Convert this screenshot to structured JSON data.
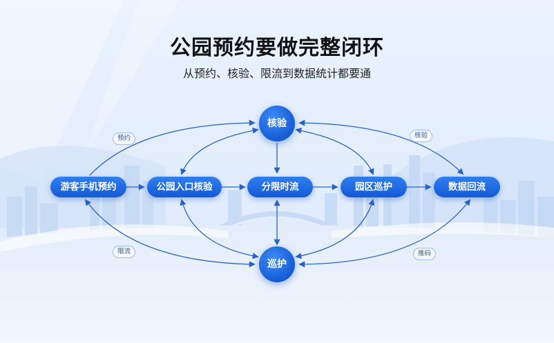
{
  "title": "公园预约要做完整闭环",
  "subtitle": "从预约、核验、限流到数据统计都要通",
  "colors": {
    "node": "#1a62dc",
    "arrow": "#2a62c9",
    "tag_border": "#9bbbe8"
  },
  "flow": {
    "steps": [
      "游客手机预约",
      "公园入口核验",
      "分限时流",
      "园区巡护",
      "数据回流"
    ],
    "top_hub": "核验",
    "bottom_hub": "巡护",
    "tags": [
      "预约",
      "核验",
      "限流",
      "推码"
    ]
  }
}
